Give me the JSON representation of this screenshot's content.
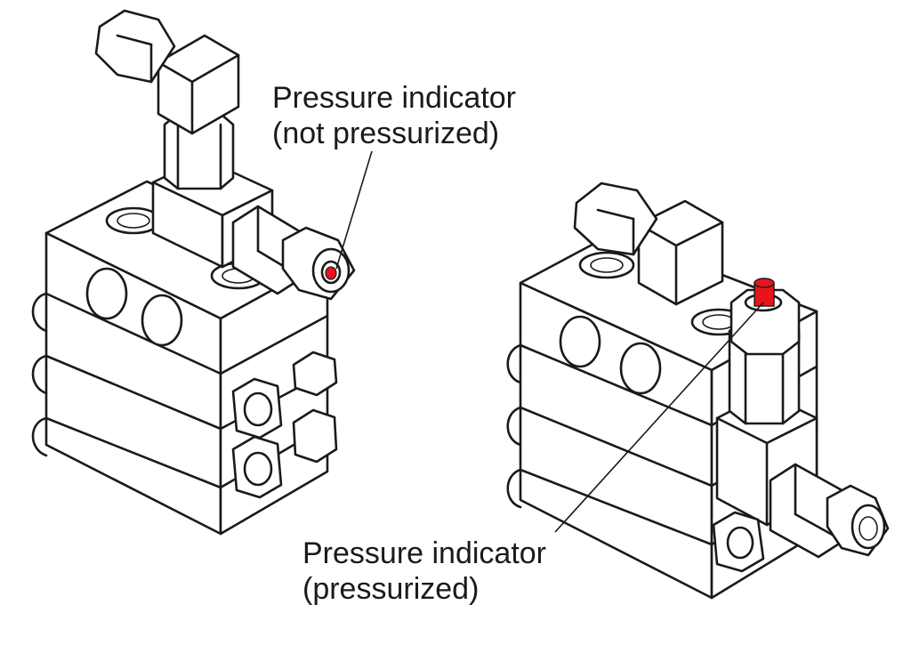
{
  "callouts": [
    {
      "line1": "Pressure indicator",
      "line2": "(not pressurized)"
    },
    {
      "line1": "Pressure indicator",
      "line2": "(pressurized)"
    }
  ],
  "indicator_color": "#e8141c",
  "indicator_states": [
    "not-pressurized",
    "pressurized"
  ]
}
